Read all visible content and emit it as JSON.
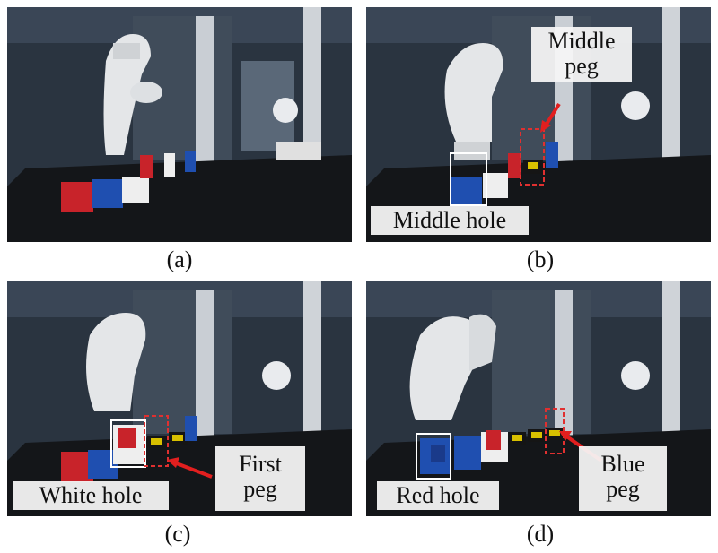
{
  "panels": [
    {
      "caption": "(a)",
      "annotations": []
    },
    {
      "caption": "(b)",
      "annotations": [
        "Middle",
        "peg",
        "Middle hole"
      ]
    },
    {
      "caption": "(c)",
      "annotations": [
        "First",
        "peg",
        "White hole"
      ]
    },
    {
      "caption": "(d)",
      "annotations": [
        "Red hole",
        "Blue",
        "peg"
      ]
    }
  ],
  "colors": {
    "table": "#16181c",
    "background": "#26303c",
    "robot": "#e4e6e8",
    "red_block": "#c8232a",
    "blue_block": "#1f4fb0",
    "white_block": "#eeeeee",
    "marker_white": "#ffffff",
    "marker_red": "#e03030",
    "arrow_red": "#e21f1f"
  }
}
